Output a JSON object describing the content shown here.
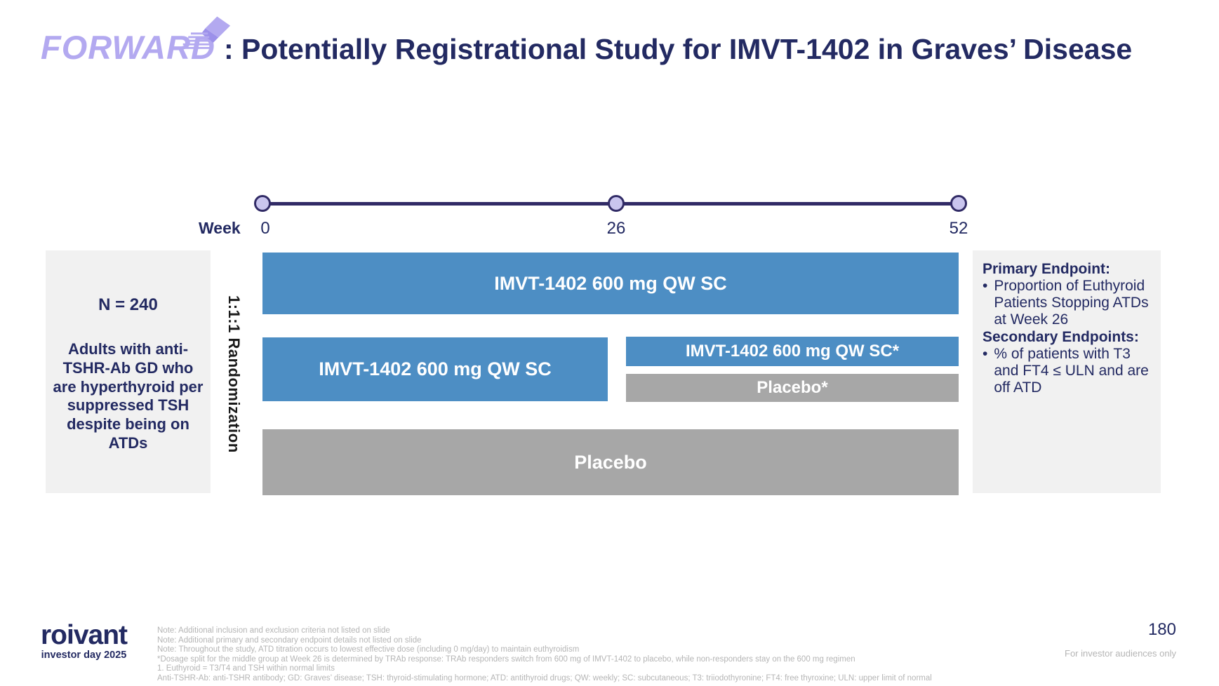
{
  "header": {
    "logo_text": "FORWARD",
    "title": ": Potentially Registrational Study for IMVT-1402 in Graves’ Disease"
  },
  "timeline": {
    "axis_label": "Week",
    "ticks": [
      "0",
      "26",
      "52"
    ]
  },
  "population_box": {
    "n_label": "N = 240",
    "description": "Adults with anti-TSHR-Ab GD who are hyperthyroid per suppressed TSH despite being on ATDs"
  },
  "randomization_label": "1:1:1 Randomization",
  "arms": {
    "arm1": "IMVT-1402 600 mg QW SC",
    "arm2_first": "IMVT-1402 600 mg QW SC",
    "arm2_responders": "IMVT-1402 600 mg QW SC*",
    "arm2_nonresponders": "Placebo*",
    "arm3": "Placebo"
  },
  "endpoints_box": {
    "bullet_char": "•",
    "primary_heading": "Primary Endpoint:",
    "primary_bullet": "Proportion of Euthyroid Patients Stopping ATDs at Week 26",
    "secondary_heading": "Secondary Endpoints:",
    "secondary_bullet": "% of patients with T3 and FT4 ≤ ULN and are off ATD"
  },
  "footnotes": [
    "Note: Additional inclusion and exclusion criteria not listed on slide",
    "Note: Additional primary and secondary endpoint details not listed on slide",
    "Note: Throughout the study, ATD titration occurs to lowest effective dose (including 0 mg/day) to maintain euthyroidism",
    "*Dosage split for the middle group at Week 26 is determined by TRAb response: TRAb responders switch from 600 mg of IMVT-1402 to placebo, while non-responders stay on the 600 mg regimen",
    "1. Euthyroid = T3/T4 and TSH within normal limits",
    "Anti-TSHR-Ab: anti-TSHR antibody; GD: Graves’ disease; TSH: thyroid-stimulating hormone; ATD: antithyroid drugs; QW: weekly; SC: subcutaneous; T3: triiodothyronine; FT4: free thyroxine; ULN: upper limit of normal"
  ],
  "footer": {
    "brand": "roivant",
    "brand_sub": "investor day 2025",
    "page_number": "180",
    "audience_note": "For investor audiences only"
  },
  "colors": {
    "navy": "#232A62",
    "lavender": "#B3A9F0",
    "arm_blue": "#4D8EC4",
    "arm_gray": "#A7A7A7",
    "box_gray": "#F1F1F1",
    "note_gray": "#B5B5B5",
    "timeline_dark": "#312B66",
    "dot_fill": "#C9C5EE"
  }
}
